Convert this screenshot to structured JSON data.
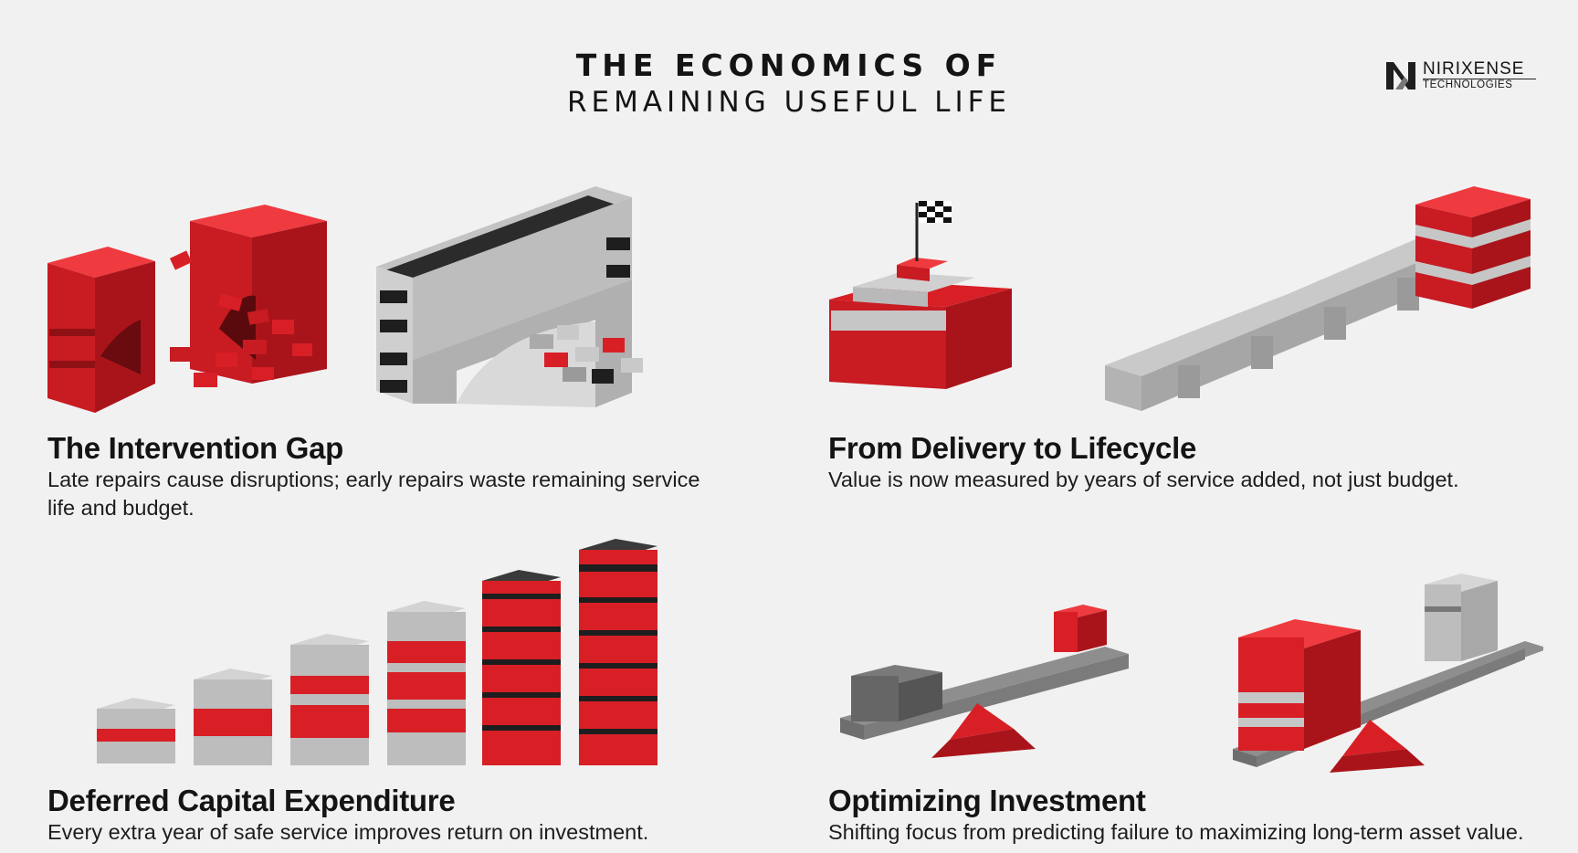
{
  "header": {
    "title_line1": "THE ECONOMICS OF",
    "title_line2": "REMAINING USEFUL LIFE"
  },
  "brand": {
    "name": "NIRIXENSE",
    "subtitle": "TECHNOLOGIES"
  },
  "panels": [
    {
      "title": "The Intervention Gap",
      "description": "Late repairs cause disruptions; early repairs waste remaining service life and budget."
    },
    {
      "title": "From Delivery to Lifecycle",
      "description": "Value is now measured by years of service added, not just budget."
    },
    {
      "title": "Deferred Capital Expenditure",
      "description": "Every extra year of safe service improves return on investment."
    },
    {
      "title": "Optimizing Investment",
      "description": "Shifting focus from predicting failure to maximizing long-term asset value."
    }
  ],
  "colors": {
    "brick_red": "#d81f26",
    "brick_gray": "#b9b9b9",
    "brick_dark": "#1e1e1e",
    "background": "#f1f1f1"
  },
  "icons": [
    "broken-bridge-icon",
    "bridge-icon",
    "finish-flag-icon",
    "extended-bridge-icon",
    "growing-stacks-icon",
    "seesaw-icon"
  ]
}
